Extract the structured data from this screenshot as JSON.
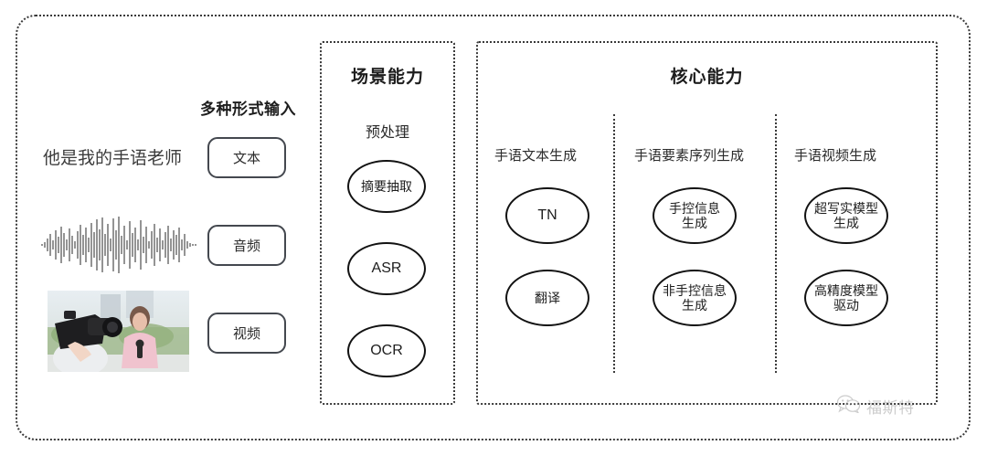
{
  "input_section": {
    "heading": "多种形式输入",
    "sample_text": "他是我的手语老师",
    "modes": [
      {
        "label": "文本",
        "icon": "text-icon"
      },
      {
        "label": "音频",
        "icon": "audio-waveform-icon"
      },
      {
        "label": "视频",
        "icon": "video-thumbnail-icon"
      }
    ]
  },
  "scene_panel": {
    "title": "场景能力",
    "subtitle": "预处理",
    "nodes": [
      {
        "label": "摘要抽取",
        "latin": false
      },
      {
        "label": "ASR",
        "latin": true
      },
      {
        "label": "OCR",
        "latin": true
      }
    ]
  },
  "core_panel": {
    "title": "核心能力",
    "columns": [
      {
        "heading": "手语文本生成",
        "nodes": [
          {
            "label": "TN",
            "latin": true
          },
          {
            "label": "翻译",
            "latin": false
          }
        ]
      },
      {
        "heading": "手语要素序列生成",
        "nodes": [
          {
            "label": "手控信息\n生成",
            "latin": false
          },
          {
            "label": "非手控信息\n生成",
            "latin": false
          }
        ]
      },
      {
        "heading": "手语视频生成",
        "nodes": [
          {
            "label": "超写实模型\n生成",
            "latin": false
          },
          {
            "label": "高精度模型\n驱动",
            "latin": false
          }
        ]
      }
    ]
  },
  "watermark": {
    "text": "福斯特",
    "icon": "wechat-icon"
  },
  "colors": {
    "border_dotted": "#3a3a3a",
    "node_stroke": "#121212",
    "text": "#2b2b2b",
    "background": "#ffffff"
  }
}
